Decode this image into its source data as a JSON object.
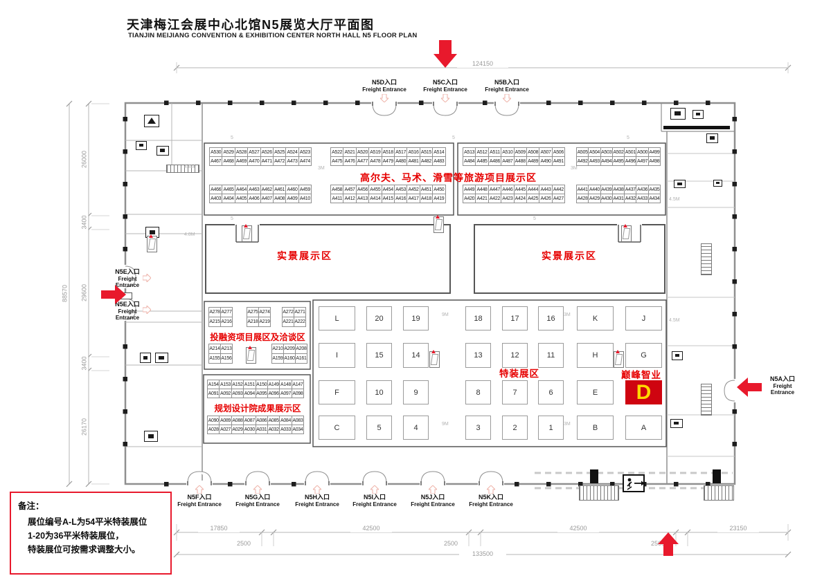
{
  "title": {
    "zh": "天津梅江会展中心北馆N5展览大厅平面图",
    "en": "TIANJIN MEIJIANG  CONVENTION & EXHIBITION CENTER  NORTH HALL N5 FLOOR PLAN"
  },
  "dims": {
    "top_total": "124150",
    "bottom_total": "133500",
    "left_total": "88570",
    "left_segments": [
      "26000",
      "3400",
      "29600",
      "3400",
      "26170"
    ],
    "bottom_segments": [
      "17850",
      "2500",
      "42500",
      "2500",
      "42500",
      "2500",
      "23150"
    ]
  },
  "entrances": {
    "top": [
      {
        "name": "N5D入口",
        "sub": "Freight Entrance"
      },
      {
        "name": "N5C入口",
        "sub": "Freight Entrance"
      },
      {
        "name": "N5B入口",
        "sub": "Freight Entrance"
      }
    ],
    "bottom": [
      {
        "name": "N5F入口",
        "sub": "Freight Entrance"
      },
      {
        "name": "N5G入口",
        "sub": "Freight Entrance"
      },
      {
        "name": "N5H入口",
        "sub": "Freight Entrance"
      },
      {
        "name": "N5I入口",
        "sub": "Freight Entrance"
      },
      {
        "name": "N5J入口",
        "sub": "Freight Entrance"
      },
      {
        "name": "N5K入口",
        "sub": "Freight Entrance"
      }
    ],
    "left": [
      {
        "name": "N5E入口",
        "sub": "Freight Entrance"
      },
      {
        "name": "N5E入口",
        "sub": "Freight Entrance"
      }
    ],
    "right": [
      {
        "name": "N5A入口",
        "sub": "Freight Entrance"
      }
    ]
  },
  "zones": {
    "tourism": "高尔夫、马术、滑雪等旅游项目展示区",
    "real_scene_left": "实景展示区",
    "real_scene_right": "实景展示区",
    "investment": "投融资项目展区及洽谈区",
    "planning": "规划设计院成果展示区",
    "special": "特装展区",
    "brand": "巅峰智业"
  },
  "top_booths": {
    "g1a": [
      [
        "A530",
        "A529",
        "A528",
        "A527",
        "A526",
        "A525",
        "A524",
        "A523"
      ],
      [
        "A467",
        "A468",
        "A469",
        "A470",
        "A471",
        "A472",
        "A473",
        "A474"
      ]
    ],
    "g1b": [
      [
        "A466",
        "A465",
        "A464",
        "A463",
        "A462",
        "A461",
        "A460",
        "A459"
      ],
      [
        "A403",
        "A404",
        "A405",
        "A406",
        "A407",
        "A408",
        "A409",
        "A410"
      ]
    ],
    "g2a": [
      [
        "A522",
        "A521",
        "A520",
        "A519",
        "A518",
        "A517",
        "A516",
        "A515",
        "A514"
      ],
      [
        "A475",
        "A476",
        "A477",
        "A478",
        "A479",
        "A480",
        "A481",
        "A482",
        "A483"
      ]
    ],
    "g2b": [
      [
        "A458",
        "A457",
        "A456",
        "A455",
        "A454",
        "A453",
        "A452",
        "A451",
        "A450"
      ],
      [
        "A411",
        "A412",
        "A413",
        "A414",
        "A415",
        "A416",
        "A417",
        "A418",
        "A419"
      ]
    ],
    "g3a": [
      [
        "A513",
        "A512",
        "A511",
        "A510",
        "A509",
        "A508",
        "A507",
        "A506"
      ],
      [
        "A484",
        "A485",
        "A486",
        "A487",
        "A488",
        "A489",
        "A490",
        "A491"
      ]
    ],
    "g3b": [
      [
        "A449",
        "A448",
        "A447",
        "A446",
        "A445",
        "A444",
        "A443",
        "A442"
      ],
      [
        "A420",
        "A421",
        "A422",
        "A423",
        "A424",
        "A425",
        "A426",
        "A427"
      ]
    ],
    "g4a": [
      [
        "A505",
        "A504",
        "A503",
        "A502",
        "A501",
        "A500",
        "A499"
      ],
      [
        "A492",
        "A493",
        "A494",
        "A495",
        "A496",
        "A497",
        "A498"
      ]
    ],
    "g4b": [
      [
        "A441",
        "A440",
        "A439",
        "A438",
        "A437",
        "A436",
        "A435"
      ],
      [
        "A428",
        "A429",
        "A430",
        "A431",
        "A432",
        "A433",
        "A434"
      ]
    ]
  },
  "investment_booths": {
    "t1": [
      [
        "A278",
        "A277"
      ],
      [
        "A215",
        "A216"
      ]
    ],
    "t2": [
      [
        "A275",
        "A274"
      ],
      [
        "A218",
        "A219"
      ]
    ],
    "t3": [
      [
        "A272",
        "A271"
      ],
      [
        "A221",
        "A222"
      ]
    ],
    "b1": [
      [
        "A214",
        "A213"
      ],
      [
        "A155",
        "A156"
      ]
    ],
    "b2": [
      [
        "A210",
        "A209",
        "A208"
      ],
      [
        "A159",
        "A160",
        "A161"
      ]
    ]
  },
  "planning_booths": {
    "t1": [
      [
        "A154",
        "A153",
        "A152",
        "A151",
        "A150",
        "A149",
        "A148",
        "A147"
      ],
      [
        "A091",
        "A092",
        "A093",
        "A094",
        "A095",
        "A096",
        "A097",
        "A098"
      ]
    ],
    "t2": [
      [
        "A090",
        "A089",
        "A088",
        "A087",
        "A086",
        "A085",
        "A084",
        "A083"
      ],
      [
        "A028",
        "A027",
        "A029",
        "A030",
        "A031",
        "A032",
        "A033",
        "A034"
      ]
    ]
  },
  "grid": {
    "rows": [
      [
        "L",
        "20",
        "19",
        "18",
        "17",
        "16",
        "K",
        "J"
      ],
      [
        "I",
        "15",
        "14",
        "13",
        "12",
        "11",
        "H",
        "G"
      ],
      [
        "F",
        "10",
        "9",
        "8",
        "7",
        "6",
        "E",
        "D"
      ],
      [
        "C",
        "5",
        "4",
        "3",
        "2",
        "1",
        "B",
        "A"
      ]
    ],
    "highlight": "D"
  },
  "note": {
    "title": "备注：",
    "lines": [
      "展位编号A-L为54平米特装展位",
      "1-20为36平米特装展位，",
      "特装展位可按需求调整大小。"
    ]
  },
  "aisle_labels": {
    "m5": "5",
    "m3": "3M",
    "m9": "9M",
    "m45": "4.5M",
    "m48": "4.8M"
  },
  "colors": {
    "accent_red": "#e8192c",
    "booth_d_bg": "#cf0410",
    "booth_d_text": "#ffd800",
    "zone_red": "#e60000"
  }
}
